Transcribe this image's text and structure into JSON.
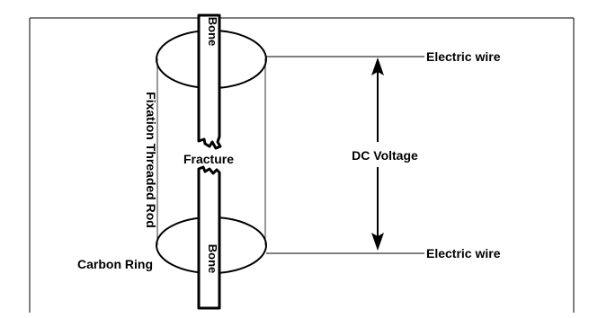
{
  "diagram": {
    "labels": {
      "bone_top": "Bone",
      "bone_bottom": "Bone",
      "fracture": "Fracture",
      "rod": "Fixation Threaded Rod",
      "dc_voltage": "DC Voltage",
      "wire_top": "Electric wire",
      "wire_bottom": "Electric wire",
      "carbon_ring": "Carbon Ring"
    },
    "colors": {
      "stroke": "#000000",
      "background": "#ffffff"
    }
  }
}
